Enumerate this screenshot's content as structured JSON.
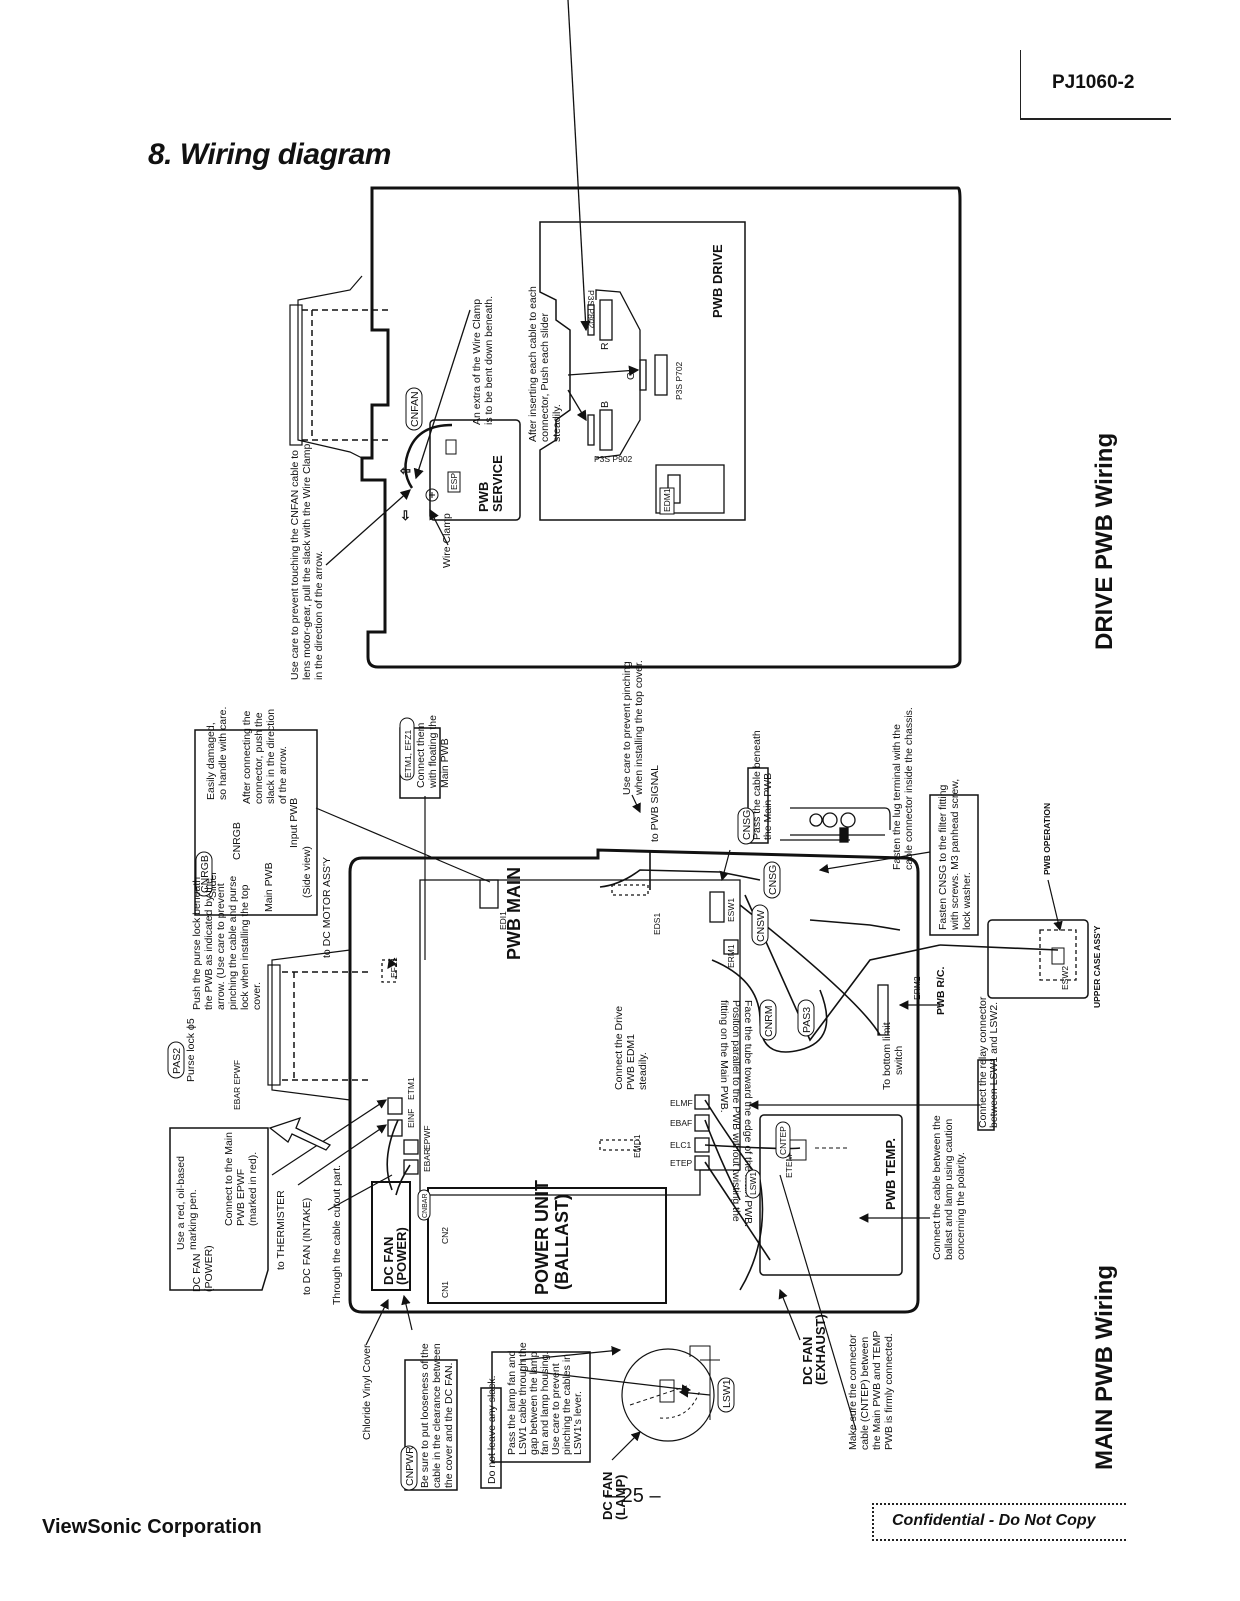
{
  "header": {
    "doc_code": "PJ1060-2",
    "section_title": "8. Wiring diagram"
  },
  "footer": {
    "page_number": "– 25 –",
    "company": "ViewSonic Corporation",
    "confidential": "Confidential  -  Do Not Copy"
  },
  "drive": {
    "title": "DRIVE PWB Wiring",
    "pwb_drive": "PWB DRIVE",
    "pwb_service": [
      "PWB",
      "SERVICE"
    ],
    "cnfan": "CNFAN",
    "esp": "ESP",
    "edm1": "EDM1",
    "wire_clamp": "Wire Clamp",
    "note_cnfan": [
      "Use care to prevent touching the CNFAN cable to",
      "lens motor-gear, pull the slack with the Wire Clamp",
      "in the direction of the arrow."
    ],
    "note_clamp": [
      "An extra of the Wire Clamp",
      "is to be bent down beneath."
    ],
    "note_slider": [
      "After inserting each cable to each",
      "connector, Push each slider",
      "steadily."
    ],
    "connectors": {
      "r": "R",
      "g": "G",
      "b": "B",
      "p802": "P3S  P802",
      "p702": "P3S  P702",
      "p902": "P3S  P902"
    }
  },
  "main": {
    "title": "MAIN PWB Wiring",
    "pwb_main": "PWB MAIN",
    "power_unit": [
      "POWER UNIT",
      "(BALLAST)"
    ],
    "dc_fan_power": [
      "DC FAN",
      "(POWER)"
    ],
    "dc_fan_exhaust": [
      "DC FAN",
      "(EXHAUST)"
    ],
    "dc_fan_lamp": [
      "DC FAN",
      "(LAMP)"
    ],
    "pwb_temp": "PWB TEMP.",
    "pwb_rc": "PWB R/C.",
    "pwb_operation": "PWB OPERATION",
    "upper_case": "UPPER CASE ASS'Y",
    "labels": {
      "cnrgb": "CNRGB",
      "slider": "Slider",
      "main_pwb": "Main PWB",
      "input_pwb": "Input PWB",
      "side_view": "(Side view)",
      "etm1_efz1": "ETM1, EFZ1",
      "efz1": "EFZ1",
      "etm1": "ETM1",
      "einf": "EINF",
      "epwf": "EPWF",
      "ebar": "EBAR",
      "cnbar": "CNBAR",
      "cn1": "CN1",
      "cn2": "CN2",
      "edi1": "EDI1",
      "eds1": "EDS1",
      "esw1": "ESW1",
      "erm1": "ERM1",
      "erm2": "ERM2",
      "esw2": "ESW2",
      "emd1": "EMD1",
      "elmf": "ELMF",
      "ebaf": "EBAF",
      "elc1": "ELC1",
      "etep": "ETEP",
      "cntep": "CNTEP",
      "etem": "ETEM",
      "lsw1": "LSW1",
      "cnsg": "CNSG",
      "cnsw": "CNSW",
      "cnrm": "CNRM",
      "pas3": "PAS3",
      "pas2": "PAS2",
      "cnpwr": "CNPWR",
      "ebar_epwf": "EBAR EPWF"
    },
    "notes": {
      "cnrgb_box": [
        "Easily damaged,",
        "so handle with care."
      ],
      "cnrgb_slack": [
        "After connecting the",
        "connector, push the",
        "slack in the direction",
        "of the arrow."
      ],
      "etm1_box": [
        "Connect them",
        "with floating the",
        "Main PWB"
      ],
      "to_dc_motor": "to DC MOTOR ASS'Y",
      "purse_lock": [
        "Push the purse lock beneath",
        "the PWB as indicated by the",
        "arrow. (Use care to prevent",
        "pinching the cable and purse",
        "lock when installing the top",
        "cover."
      ],
      "purse_lock_label": "Purse lock ϕ5",
      "red_pen": [
        "Use a red, oil-based",
        "marking pen."
      ],
      "connect_epwf": [
        "Connect to the Main",
        "PWB EPWF",
        "(marked in red)."
      ],
      "dc_fan_power_small": [
        "DC FAN",
        "(POWER)"
      ],
      "to_thermister": "to THERMISTER",
      "to_dc_fan_intake": "to DC FAN (INTAKE)",
      "cable_cutout": "Through the cable cutout part.",
      "chloride": "Chloride Vinyl Cover",
      "cnpwr_note": [
        "Be sure to put looseness of the",
        "cable in the clearance between",
        "the cover and the DC FAN."
      ],
      "no_slack": "Do not leave any slack.",
      "lamp_fan": [
        "Pass the lamp fan and",
        "LSW1 cable  through the",
        "gap between the lamp",
        "fan and lamp housing.",
        "Use care to prevent",
        "pinching the cables in",
        "LSW1's lever."
      ],
      "pinching_top": [
        "Use care to prevent pinching",
        "when installing the top cover."
      ],
      "to_pwb_signal": "to PWB SIGNAL",
      "cnsg_pass": [
        "Pass the cable beneath",
        "the Main PWB"
      ],
      "lug": [
        "Fasten the lug terminal with the",
        "cable connector inside the chassis."
      ],
      "cnsg_fasten": [
        "Fasten CNSG to the filter fitting",
        "with screws. M3 panhead screw,",
        "lock washer."
      ],
      "face_tube": [
        "Face the tube toward the edge of the Main PWB.",
        "Position parallel to the PWB without twisting the",
        "fitting on the Main PWB."
      ],
      "drive_edm1": [
        "Connect the Drive",
        "PWB EDM1",
        "steadily."
      ],
      "bottom_limit": [
        "To bottom limit",
        "switch"
      ],
      "relay": [
        "Connect the relay connector",
        "between LSW1 and LSW2."
      ],
      "ballast": [
        "Connect the cable between the",
        "ballast and lamp using caution",
        "concerning the polarity."
      ],
      "cntep_note": [
        "Make sure the connector",
        "cable (CNTEP) between",
        "the Main PWB and TEMP",
        "PWB is firmly connected."
      ]
    }
  }
}
